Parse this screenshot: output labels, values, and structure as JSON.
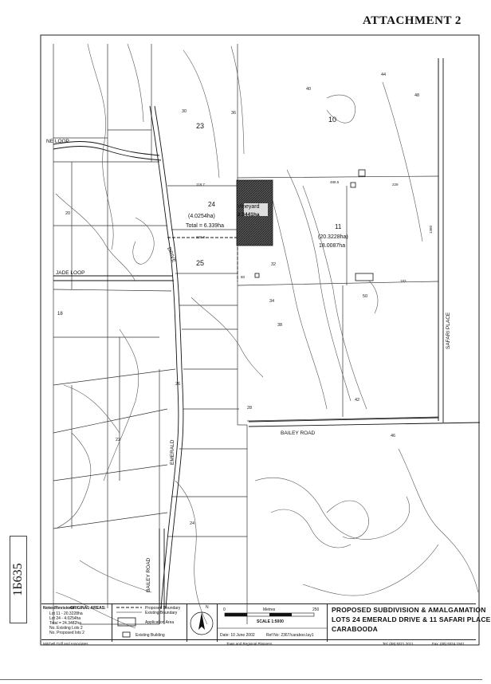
{
  "header": {
    "attachment": "ATTACHMENT 2"
  },
  "stamp": {
    "ref": "1Б635"
  },
  "map": {
    "roads": {
      "emerald_drive": "DRIVE",
      "emerald": "EMERALD",
      "jade_loop": "JADE LOOP",
      "jade_loop_top": "NE LOOP",
      "bailey_road": "BAILEY ROAD",
      "bailey_road_south": "BAILEY ROAD",
      "safari_place": "SAFARI PLACE"
    },
    "lots": {
      "lot23": "23",
      "lot24": "24",
      "lot24_area": "(4.0254ha)",
      "lot24_total": "Total = 6.339ha",
      "lot25": "25",
      "lot10": "10",
      "lot11": "11",
      "lot11_area": "(20.3228ha)",
      "lot11_new": "18.0087ha",
      "lot18": "18"
    },
    "vineyard": {
      "label": "Vineyard",
      "area": "2.3441ha"
    },
    "contours": [
      "44",
      "40",
      "48",
      "30",
      "36",
      "32",
      "34",
      "42",
      "50",
      "28",
      "26",
      "24",
      "22",
      "20",
      "38",
      "46"
    ],
    "dims": [
      "118.7",
      "488.5",
      "229",
      "229.0",
      "183",
      "1360",
      "80"
    ]
  },
  "legend": {
    "notes_title": "Notes/Revisions",
    "orig_title": "ORIGINAL AREAS:",
    "lot11": "Lot 11 - 20.3228ha",
    "lot24": "Lot 24 - 4.0254ha",
    "total": "Total = 24.3482ha",
    "existing_lots": "No. Existing Lots 2",
    "proposed_lots": "No. Proposed lots 2",
    "proposed_boundary": "Proposed Boundary",
    "existing_boundary": "Existing Boundary",
    "application_area": "Application Area",
    "existing_building": "Existing Building",
    "north": "N",
    "metres": "Metres",
    "scale_0": "0",
    "scale_end": "250",
    "scale": "SCALE 1:5000",
    "date": "Date:   10 June 2002",
    "refno": "Ref No:   2367/caraboo.lay1",
    "title1": "PROPOSED SUBDIVISION & AMALGAMATION",
    "title2": "LOTS 24 EMERALD DRIVE & 11 SAFARI PLACE",
    "title3": "CARABOODA"
  },
  "footer": {
    "firm": "Mitchell Goff and Associates",
    "planners": "Town and Regional Planners",
    "tel": "Tel: (08) 9321 2011",
    "fax": "Fax: (08) 9324 1561"
  }
}
